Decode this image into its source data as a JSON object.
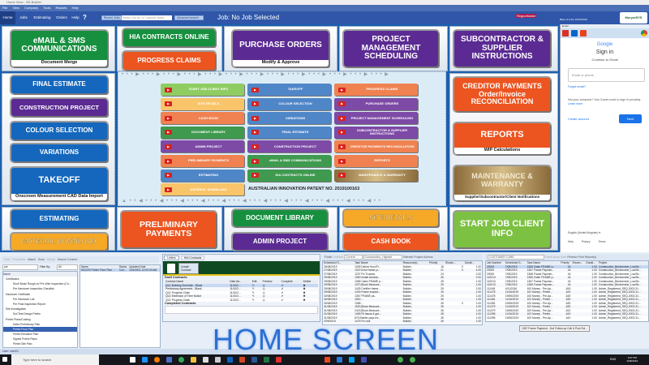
{
  "window": {
    "title": "Home View - SE-Builder"
  },
  "menu": [
    "File",
    "View",
    "Company",
    "Tools",
    "Reports",
    "Help"
  ],
  "nav": {
    "tabs": [
      "Home",
      "Jobs",
      "Estimating",
      "Orders",
      "Help"
    ],
    "recent_jobs": "Recent Jobs",
    "search_placeholder": "Search Job No. or Customer Name",
    "advanced_search": "Advanced search...",
    "job_status": "Job: No Job Selected",
    "region": "RegionName",
    "version": "Beta v1.0.19- 25/07/2019",
    "logo": "MeryniSYS"
  },
  "tiles": {
    "email": {
      "title": "eMAIL & SMS COMMUNICATIONS",
      "sub": "Document Merge"
    },
    "hia": "HIA CONTRACTS ONLINE",
    "progress": "PROGRESS CLAIMS",
    "purchase": {
      "title": "PURCHASE ORDERS",
      "sub": "Modify & Approve"
    },
    "pm": "PROJECT MANAGEMENT SCHEDULING",
    "subcon": "SUBCONTRACTOR & SUPPLIER INSTRUCTIONS",
    "final": "FINAL ESTIMATE",
    "construction": "CONSTRUCTION PROJECT",
    "colour": "COLOUR SELECTION",
    "variations": "VARIATIONS",
    "takeoff": {
      "title": "TAKEOFF",
      "sub": "Onscreen Measurement CAD Data Import"
    },
    "estimating": "ESTIMATING",
    "material": "MATERIAL DOWNLOAD",
    "prelim": "PRELIMINARY PAYMENTS",
    "doclib": "DOCUMENT LIBRARY",
    "admin": "ADMIN PROJECT",
    "site": "SITE DETAILS",
    "cash": "CASH BOOK",
    "creditor": "CREDITOR PAYMENTS Order/Invoice RECONCILIATION",
    "reports": {
      "title": "REPORTS",
      "sub": "WIP Calculations"
    },
    "maint": {
      "title": "MAINTENANCE & WARRANTY",
      "sub": "Supplier/Subcontractor/Client Notifications"
    },
    "startjob": "START JOB CLIENT INFO"
  },
  "videos": [
    [
      {
        "label": "START JOB CLIENT INFO",
        "c": "l"
      },
      {
        "label": "SITE DETAILS",
        "c": "y"
      },
      {
        "label": "CASH BOOK",
        "c": "o"
      },
      {
        "label": "DOCUMENT LIBRARY",
        "c": "g"
      },
      {
        "label": "ADMIN PROJECT",
        "c": "p"
      },
      {
        "label": "PRELIMINARY PAYMENTS",
        "c": "o"
      },
      {
        "label": "ESTIMATING",
        "c": "b"
      },
      {
        "label": "MATERIAL DOWNLOAD",
        "c": "y"
      }
    ],
    [
      {
        "label": "TAKEOFF",
        "c": "b"
      },
      {
        "label": "COLOUR SELECTION",
        "c": "b"
      },
      {
        "label": "VARIATIONS",
        "c": "b"
      },
      {
        "label": "FINAL ESTIMATE",
        "c": "b"
      },
      {
        "label": "CONSTRUCTION PROJECT",
        "c": "p"
      },
      {
        "label": "eMAIL & SMS COMMUNICATIONS",
        "c": "g"
      },
      {
        "label": "HIA CONTRACTS ONLINE",
        "c": "g"
      }
    ],
    [
      {
        "label": "PROGRESS CLAIMS",
        "c": "o"
      },
      {
        "label": "PURCHASE ORDERS",
        "c": "p"
      },
      {
        "label": "PROJECT MANAGEMENT SCHEDULING",
        "c": "p"
      },
      {
        "label": "SUBCONTRACTOR & SUPPLIER INSTRUCTIONS",
        "c": "p"
      },
      {
        "label": "CREDITOR PAYMENTS RECONCILIATION",
        "c": "o"
      },
      {
        "label": "REPORTS",
        "c": "o"
      },
      {
        "label": "MAINTENANCE & WARRANTY",
        "c": "gold"
      }
    ]
  ],
  "patent": "AUSTRALIAN INNOVATION PATENT NO. 2019100163",
  "gmail": {
    "panel_label": "Email",
    "brand": "Google",
    "heading": "Sign in",
    "subheading": "Continue to Gmail",
    "email_placeholder": "Email or phone",
    "forgot": "Forgot email?",
    "guest_text": "Not your computer? Use Guest mode to sign in privately.",
    "learn_more": "Learn more",
    "create": "Create account",
    "next": "Next",
    "language": "English (United Kingdom)",
    "footer": [
      "Help",
      "Privacy",
      "Terms"
    ]
  },
  "docs": {
    "toolbar": [
      "View",
      "Properties",
      "Attach",
      "Scan",
      "Delete",
      "Search Content"
    ],
    "filter_value": "pre",
    "filter_by": "Filter By:",
    "filter_sel": "All",
    "tree_header": "Name",
    "tree": [
      {
        "t": "Certificates",
        "lvl": 0
      },
      {
        "t": "Roof/ Brick/ Rough-In/ Pre-Wire Inspection (Ch...",
        "lvl": 1
      },
      {
        "t": "Pre Handover Inspection Checklist",
        "lvl": 1
      },
      {
        "t": "Handover Certificate",
        "lvl": 0
      },
      {
        "t": "Pre Handover List",
        "lvl": 1
      },
      {
        "t": "Pre Final Inspection Report",
        "lvl": 1
      },
      {
        "t": "Site Investigation",
        "lvl": 0
      },
      {
        "t": "Soil Test Design Prelim",
        "lvl": 1
      },
      {
        "t": "Prelim Plans/Costing",
        "lvl": 0
      },
      {
        "t": "Sales Preliminary Plan",
        "lvl": 1
      },
      {
        "t": "Prelim Floor Plan",
        "lvl": 1,
        "sel": true
      },
      {
        "t": "Prelim Elevation Plan",
        "lvl": 1
      },
      {
        "t": "Signed Prelim Plans",
        "lvl": 1
      },
      {
        "t": "Prelim Site Plan",
        "lvl": 1
      }
    ],
    "list_cols": [
      "Name",
      "Status",
      "Updated Date"
    ],
    "list_rows": [
      [
        "SK2229 Prelim Floor Plan ...",
        "Curr...",
        "1/01/0001 12:00:00 AM"
      ]
    ]
  },
  "contracts": {
    "tabs": [
      "Letters",
      "HIA Contracts"
    ],
    "create": "Create Contract",
    "draft_label": "Draft Contracts",
    "cols": [
      "Contract Name",
      "Date Ad...",
      "Edit",
      "Preview",
      "Complete",
      "Delete"
    ],
    "rows": [
      [
        "QLD Building Schedule - Blank",
        "11/10/2..."
      ],
      [
        "Preliminary Agreement - Blank",
        "11/10/2..."
      ],
      [
        "QLD Progress Claim",
        "11/10/2..."
      ],
      [
        "QLD Extension of Time Notice",
        "11/10/2..."
      ],
      [
        "QLD Progress Claim",
        "11/10/2..."
      ]
    ],
    "completed_label": "Completed Contracts"
  },
  "tasks": {
    "toolbar": {
      "finish": "Finish",
      "unfinish": "Unfinish",
      "filter": "Current",
      "project": "Construction_Highset",
      "refresh": "Refresh",
      "actions": "Project Actions"
    },
    "cols": [
      "Scheduled S...",
      "Task Name",
      "Resource(s)",
      "Priority",
      "Shown...",
      "Durati..."
    ],
    "rows": [
      [
        "26/08/2019",
        "1305 Deliver floor/Fr...",
        "Builder,",
        "16",
        "0",
        "1.00"
      ],
      [
        "27/08/2019",
        "1320 Erect frame (o...",
        "Builder,",
        "21",
        "0",
        "4.00"
      ],
      [
        "27/08/2019",
        "1237 Fix Trusses",
        "Builder,",
        "24",
        "",
        "2.00"
      ],
      [
        "29/08/2019",
        "1360 Install window...",
        "Builder,",
        "26",
        "",
        "2.00"
      ],
      [
        "29/08/2019",
        "1365 Claim FRAME p...",
        "Builder,",
        "25",
        "",
        "1.00"
      ],
      [
        "29/08/2019",
        "1370 [Book Measure...",
        "Builder,",
        "25",
        "",
        "1.00"
      ],
      [
        "29/08/2019",
        "1425 Certifier frame...",
        "Builder,",
        "25",
        "",
        "1.00"
      ],
      [
        "29/08/2019",
        "1430 Frame inspect...",
        "Builder,",
        "25",
        "",
        "1.00"
      ],
      [
        "30/08/2019",
        "1367 FRAME pa...",
        "Builder,",
        "25",
        "",
        "1.00"
      ],
      [
        "30/08/2019",
        "1500 ...",
        "Builder,",
        "26",
        "",
        "1.00"
      ],
      [
        "30/08/2019",
        "1368 ...",
        "Builder,",
        "26",
        "0",
        "1.00"
      ],
      [
        "31/08/2019",
        "1530 [Book Measure...",
        "Builder,",
        "26",
        "",
        "1.00"
      ],
      [
        "31/08/2019",
        "2415 [Book Measure...",
        "Builder,",
        "28",
        "",
        "1.00"
      ],
      [
        "31/08/2019",
        "1455 Fit fascia & gut...",
        "Builder,",
        "28",
        "",
        "1.00"
      ],
      [
        "31/08/2019",
        "675 Builder pays fre...",
        "Builder,",
        "28",
        "",
        "1.00"
      ],
      [
        "2/09/2019",
        "1475 Fix roof",
        "Builder,",
        "26",
        "",
        "1.00"
      ]
    ]
  },
  "care": {
    "toolbar": {
      "select": "CUSTOMER CARE",
      "finish": "Finish",
      "book": "Book Date",
      "refresh": "Refresh",
      "print": "Print Report(s)"
    },
    "cols": [
      "Job Number",
      "Scheduled S...",
      "Task Name",
      "Priority",
      "Shown...",
      "Durati...",
      "Project"
    ],
    "rows": [
      [
        "20000",
        "7/08/2019",
        "1365 Claim FRAME p...",
        "44",
        "",
        "1.00",
        "Construction_Brickveneer_LowSe..."
      ],
      [
        "20000",
        "7/08/2019",
        "1367 Frame Paymen...",
        "44",
        "",
        "1.00",
        "Construction_Brickveneer_LowSe..."
      ],
      [
        "20000",
        "7/08/2019",
        "1368 Frame Paymen...",
        "44",
        "",
        "1.00",
        "Construction_Brickveneer_LowSe..."
      ],
      [
        "110013",
        "7/08/2019",
        "1365 Claim FRAME p...",
        "44",
        "",
        "1.00",
        "Construction_Brickveneer_LowSe..."
      ],
      [
        "110013",
        "7/08/2019",
        "1367 Frame Paymen...",
        "44",
        "",
        "1.00",
        "Construction_Brickveneer_LowSe..."
      ],
      [
        "110013",
        "7/08/2019",
        "1368 Frame Paymen...",
        "44",
        "",
        "1.00",
        "Construction_Brickveneer_LowSe..."
      ],
      [
        "111148",
        "4/11/2016",
        "100 Money - Pre-Ap...",
        "-619",
        "",
        "1.00",
        "Admin_Registered_SEQ-2003-31..."
      ],
      [
        "111478",
        "11/06/2019",
        "102 Money - Prelim...",
        "-619",
        "",
        "1.00",
        "Admin_Registered_SEQ-2003-31..."
      ],
      [
        "111478",
        "19/06/2019",
        "100 Money - Pre-Ap...",
        "-620",
        "",
        "1.00",
        "Admin_Registered_SEQ-2003-31..."
      ],
      [
        "111481",
        "11/06/2019",
        "102 Money - Prelim...",
        "-620",
        "",
        "1.00",
        "Admin_Registered_SEQ-2003-31..."
      ],
      [
        "111481",
        "19/06/2019",
        "100 Money - Pre-Ap...",
        "-620",
        "",
        "1.00",
        "Admin_Registered_SEQ-2003-31..."
      ],
      [
        "111379",
        "11/06/2019",
        "102 Money - Prelim...",
        "-620",
        "",
        "1.00",
        "Admin_Registered_SEQ-2003-31..."
      ],
      [
        "111379",
        "19/06/2019",
        "100 Money - Pre-Ap...",
        "-612",
        "",
        "1.00",
        "Admin_Registered_SEQ-2003-31..."
      ],
      [
        "111395",
        "11/06/2019",
        "102 Money - Prelim...",
        "-619",
        "",
        "1.00",
        "Admin_Registered_SEQ-2003-31..."
      ],
      [
        "111395",
        "19/06/2019",
        "100 Money - Pre-Ap...",
        "-610",
        "",
        "1.00",
        "Admin_Registered_SEQ-2003-31..."
      ]
    ],
    "tooltip": "1367 Frame Payment - 2nd Follow-up Call & Post Sol..."
  },
  "overlay": "HOME SCREEN",
  "status": "User: user01",
  "taskbar": {
    "search": "Type here to search",
    "time": "3:07 PM",
    "date": "2/08/2019",
    "lang": "ENG"
  }
}
